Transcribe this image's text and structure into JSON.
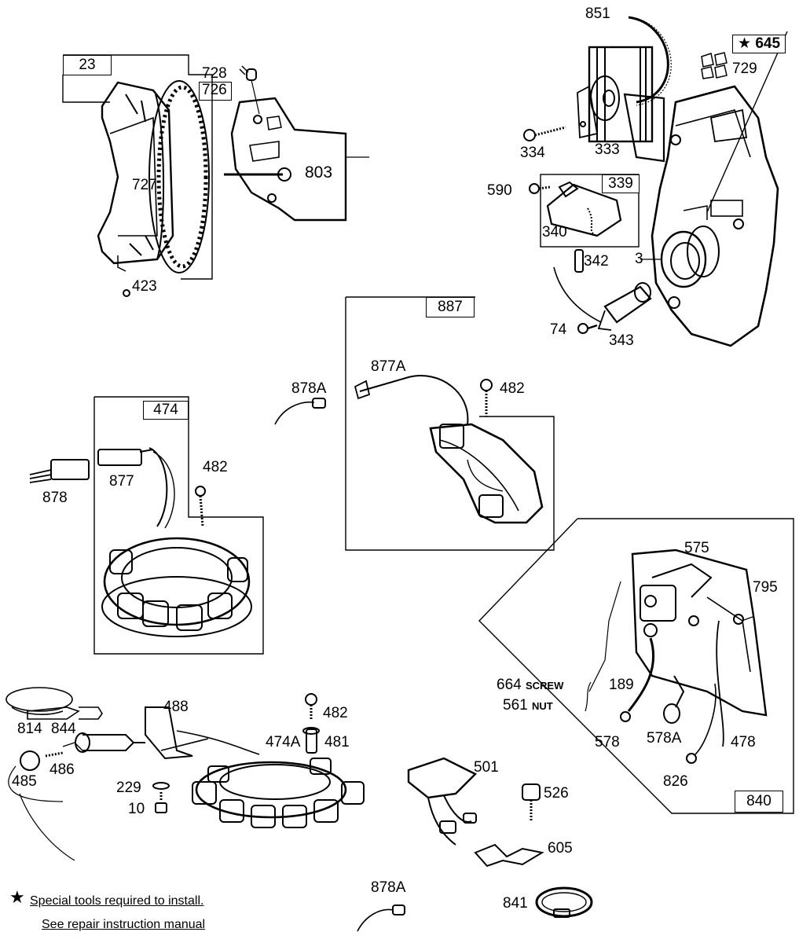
{
  "labels": {
    "p23": "23",
    "p728": "728",
    "p726": "726",
    "p727": "727",
    "p803": "803",
    "p423": "423",
    "p851": "851",
    "p645": "645",
    "p729": "729",
    "p334": "334",
    "p333": "333",
    "p590": "590",
    "p339": "339",
    "p340": "340",
    "p342": "342",
    "p3": "3",
    "p74": "74",
    "p343": "343",
    "p887": "887",
    "p877A": "877A",
    "p482a": "482",
    "p878A_top": "878A",
    "p474": "474",
    "p482b": "482",
    "p878": "878",
    "p877": "877",
    "p575": "575",
    "p795": "795",
    "p664": "664",
    "screw": "SCREW",
    "p561": "561",
    "nut": "NUT",
    "p189": "189",
    "p578": "578",
    "p578A": "578A",
    "p478": "478",
    "p826": "826",
    "p840": "840",
    "p814": "814",
    "p844": "844",
    "p488": "488",
    "p482c": "482",
    "p474A": "474A",
    "p481": "481",
    "p486": "486",
    "p485": "485",
    "p229": "229",
    "p10": "10",
    "p501": "501",
    "p526": "526",
    "p605": "605",
    "p878A_bottom": "878A",
    "p841": "841"
  },
  "footnote": {
    "star": "★",
    "line1": "Special tools required to install.",
    "line2": "See repair instruction manual"
  },
  "special_tool_mark": "★"
}
